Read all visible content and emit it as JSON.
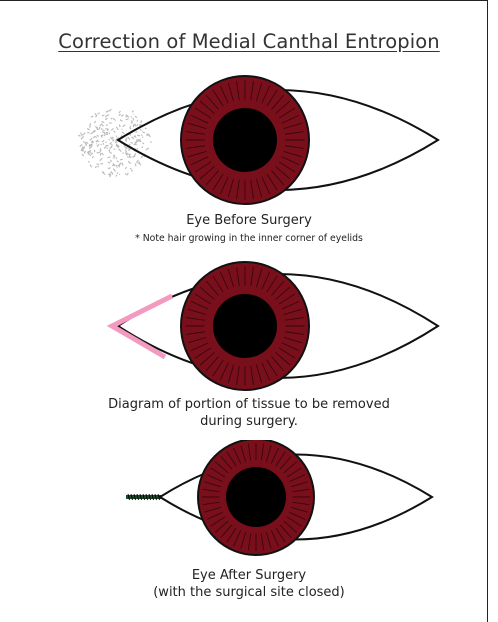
{
  "title": "Correction of Medial Canthal Entropion",
  "colors": {
    "iris": "#7a0f1c",
    "pupil": "#000000",
    "outline": "#111111",
    "hair": "#b8b8b8",
    "tissue_marker": "#f49ac1",
    "suture": "#1f4a2c"
  },
  "panels": [
    {
      "caption": "Eye Before Surgery",
      "note": "* Note hair growing in the inner corner of eyelids"
    },
    {
      "caption_lines": [
        "Diagram of portion of tissue to be removed",
        "during surgery."
      ]
    },
    {
      "caption_lines": [
        "Eye After Surgery",
        "(with the surgical site closed)"
      ]
    }
  ]
}
